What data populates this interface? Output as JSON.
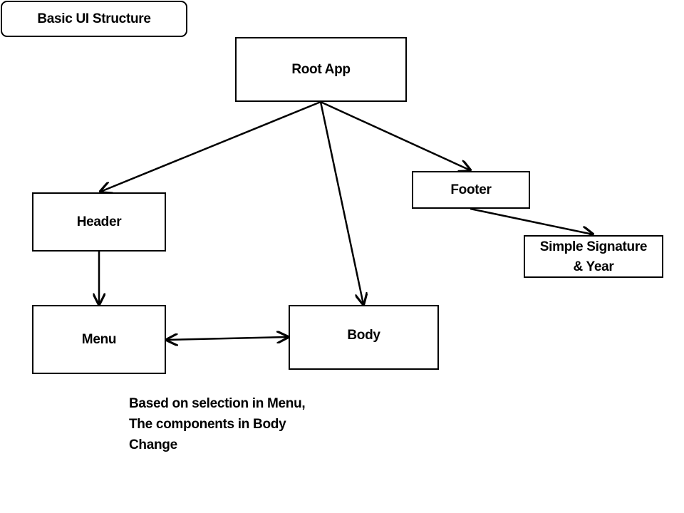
{
  "title": "Basic UI Structure",
  "nodes": {
    "root": "Root App",
    "header": "Header",
    "footer": "Footer",
    "signature": "Simple Signature\n& Year",
    "menu": "Menu",
    "body": "Body"
  },
  "note": "Based on selection in Menu,\nThe components in Body\nChange",
  "edges": [
    {
      "from": "Root App",
      "to": "Header",
      "direction": "forward"
    },
    {
      "from": "Root App",
      "to": "Body",
      "direction": "forward"
    },
    {
      "from": "Root App",
      "to": "Footer",
      "direction": "forward"
    },
    {
      "from": "Footer",
      "to": "Simple Signature & Year",
      "direction": "forward"
    },
    {
      "from": "Header",
      "to": "Menu",
      "direction": "forward"
    },
    {
      "from": "Menu",
      "to": "Body",
      "direction": "bidirectional"
    }
  ],
  "colors": {
    "stroke": "#000000",
    "background": "#ffffff"
  }
}
